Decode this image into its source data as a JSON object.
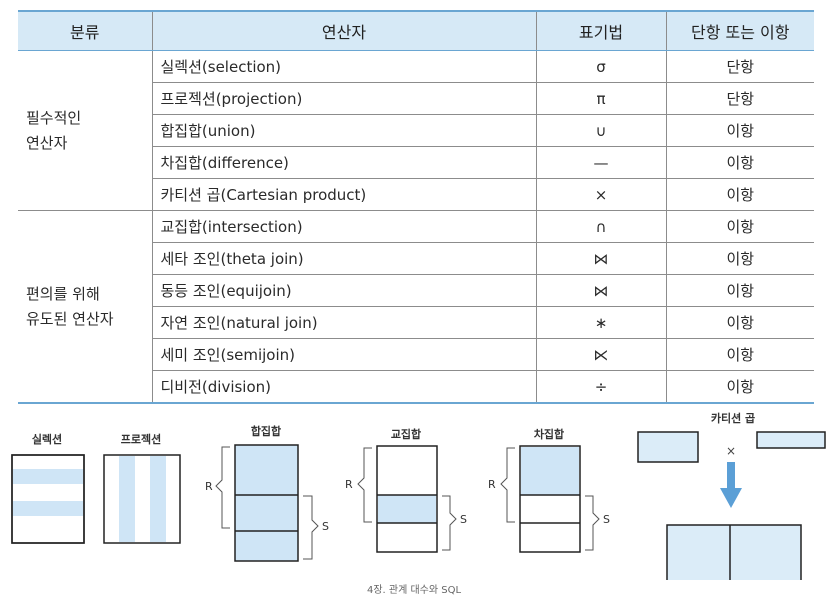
{
  "table": {
    "headers": [
      "분류",
      "연산자",
      "표기법",
      "단항 또는 이항"
    ],
    "groups": [
      {
        "category": [
          "필수적인",
          "연산자"
        ],
        "rows": [
          {
            "op": "실렉션(selection)",
            "symbol": "σ",
            "arity": "단항"
          },
          {
            "op": "프로젝션(projection)",
            "symbol": "π",
            "arity": "단항"
          },
          {
            "op": "합집합(union)",
            "symbol": "∪",
            "arity": "이항"
          },
          {
            "op": "차집합(difference)",
            "symbol": "—",
            "arity": "이항"
          },
          {
            "op": "카티션 곱(Cartesian product)",
            "symbol": "×",
            "arity": "이항"
          }
        ]
      },
      {
        "category": [
          "편의를 위해",
          "유도된 연산자"
        ],
        "rows": [
          {
            "op": "교집합(intersection)",
            "symbol": "∩",
            "arity": "이항"
          },
          {
            "op": "세타 조인(theta join)",
            "symbol": "⋈",
            "arity": "이항"
          },
          {
            "op": "동등 조인(equijoin)",
            "symbol": "⋈",
            "arity": "이항"
          },
          {
            "op": "자연 조인(natural join)",
            "symbol": "∗",
            "arity": "이항"
          },
          {
            "op": "세미 조인(semijoin)",
            "symbol": "⋉",
            "arity": "이항"
          },
          {
            "op": "디비전(division)",
            "symbol": "÷",
            "arity": "이항"
          }
        ]
      }
    ]
  },
  "diagrams": {
    "selection": "실렉션",
    "projection": "프로젝션",
    "union": "합집합",
    "intersection": "교집합",
    "difference": "차집합",
    "cartesian": "카티션 곱",
    "r_label": "R",
    "s_label": "S",
    "times": "×"
  },
  "colors": {
    "fill": "#cfe5f6",
    "header": "#d6e9f6",
    "rule": "#6aa6d2",
    "arrow": "#5b9fd6"
  },
  "caption": "4장. 관계 대수와 SQL"
}
